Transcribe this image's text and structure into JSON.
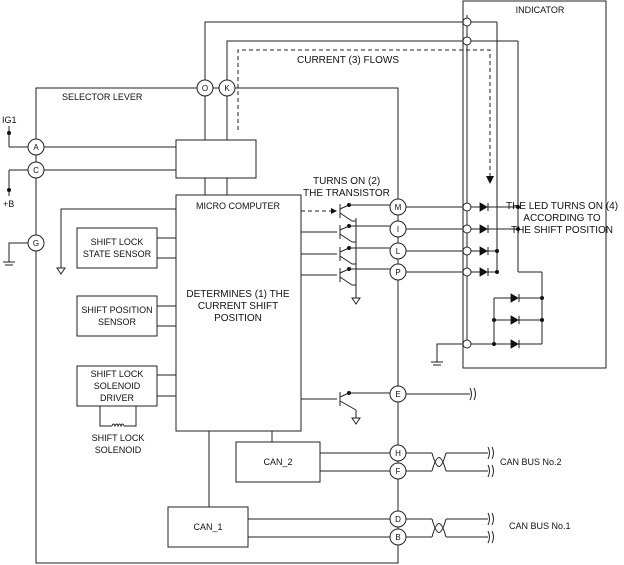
{
  "labels": {
    "indicator": "INDICATOR",
    "current_flows": "CURRENT (3) FLOWS",
    "selector_lever": "SELECTOR LEVER",
    "ig1": "IG1",
    "plus_b": "+B",
    "micro_computer": "MICRO COMPUTER",
    "turns_on_line1": "TURNS ON (2)",
    "turns_on_line2": "THE TRANSISTOR",
    "led_line1": "THE LED TURNS ON (4)",
    "led_line2": "ACCORDING TO",
    "led_line3": "THE SHIFT POSITION",
    "determines_line1": "DETERMINES (1) THE",
    "determines_line2": "CURRENT SHIFT",
    "determines_line3": "POSITION",
    "shift_lock_state_1": "SHIFT LOCK",
    "shift_lock_state_2": "STATE SENSOR",
    "shift_position_1": "SHIFT POSITION",
    "shift_position_2": "SENSOR",
    "solenoid_driver_1": "SHIFT LOCK",
    "solenoid_driver_2": "SOLENOID",
    "solenoid_driver_3": "DRIVER",
    "solenoid_1": "SHIFT LOCK",
    "solenoid_2": "SOLENOID",
    "can2": "CAN_2",
    "can1": "CAN_1",
    "can_bus_2": "CAN BUS No.2",
    "can_bus_1": "CAN BUS No.1"
  },
  "pins": {
    "O": "O",
    "K": "K",
    "A": "A",
    "C": "C",
    "G": "G",
    "M": "M",
    "I": "I",
    "L": "L",
    "P": "P",
    "E": "E",
    "H": "H",
    "F": "F",
    "D": "D",
    "B": "B"
  }
}
